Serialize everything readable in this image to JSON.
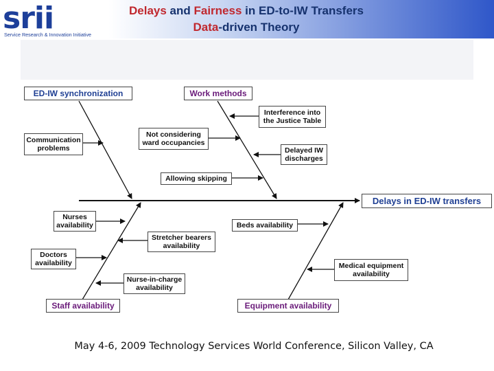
{
  "logo": {
    "text": "srii",
    "tagline": "Service Research & Innovation Initiative"
  },
  "title": {
    "line1_a": "Delays",
    "line1_b": " and ",
    "line1_c": "Fairness",
    "line1_d": " in ED-to-IW Transfers",
    "line2_a": "Data",
    "line2_b": "-driven Theory"
  },
  "diagram": {
    "categories": {
      "ed_iw_sync": "ED-IW synchronization",
      "work_methods": "Work methods",
      "staff": "Staff availability",
      "equipment": "Equipment availability"
    },
    "effect": "Delays in ED-IW transfers",
    "causes": {
      "communication": [
        "Communication",
        "problems"
      ],
      "ward_occupancies": [
        "Not considering",
        "ward occupancies"
      ],
      "allowing_skipping": "Allowing skipping",
      "justice_table": [
        "Interference into",
        "the Justice Table"
      ],
      "delayed_discharges": [
        "Delayed IW",
        "discharges"
      ],
      "nurses": [
        "Nurses",
        "availability"
      ],
      "stretcher": [
        "Stretcher bearers",
        "availability"
      ],
      "doctors": [
        "Doctors",
        "availability"
      ],
      "nurse_in_charge": [
        "Nurse-in-charge",
        "availability"
      ],
      "beds": "Beds availability",
      "medical_equipment": [
        "Medical equipment",
        "availability"
      ]
    }
  },
  "footer": "May 4-6, 2009 Technology Services World Conference,  Silicon Valley, CA",
  "colors": {
    "title": "#16326e",
    "highlight": "#c0282e",
    "category_purple": "#6a1b7a",
    "category_navy": "#1f3f93"
  }
}
